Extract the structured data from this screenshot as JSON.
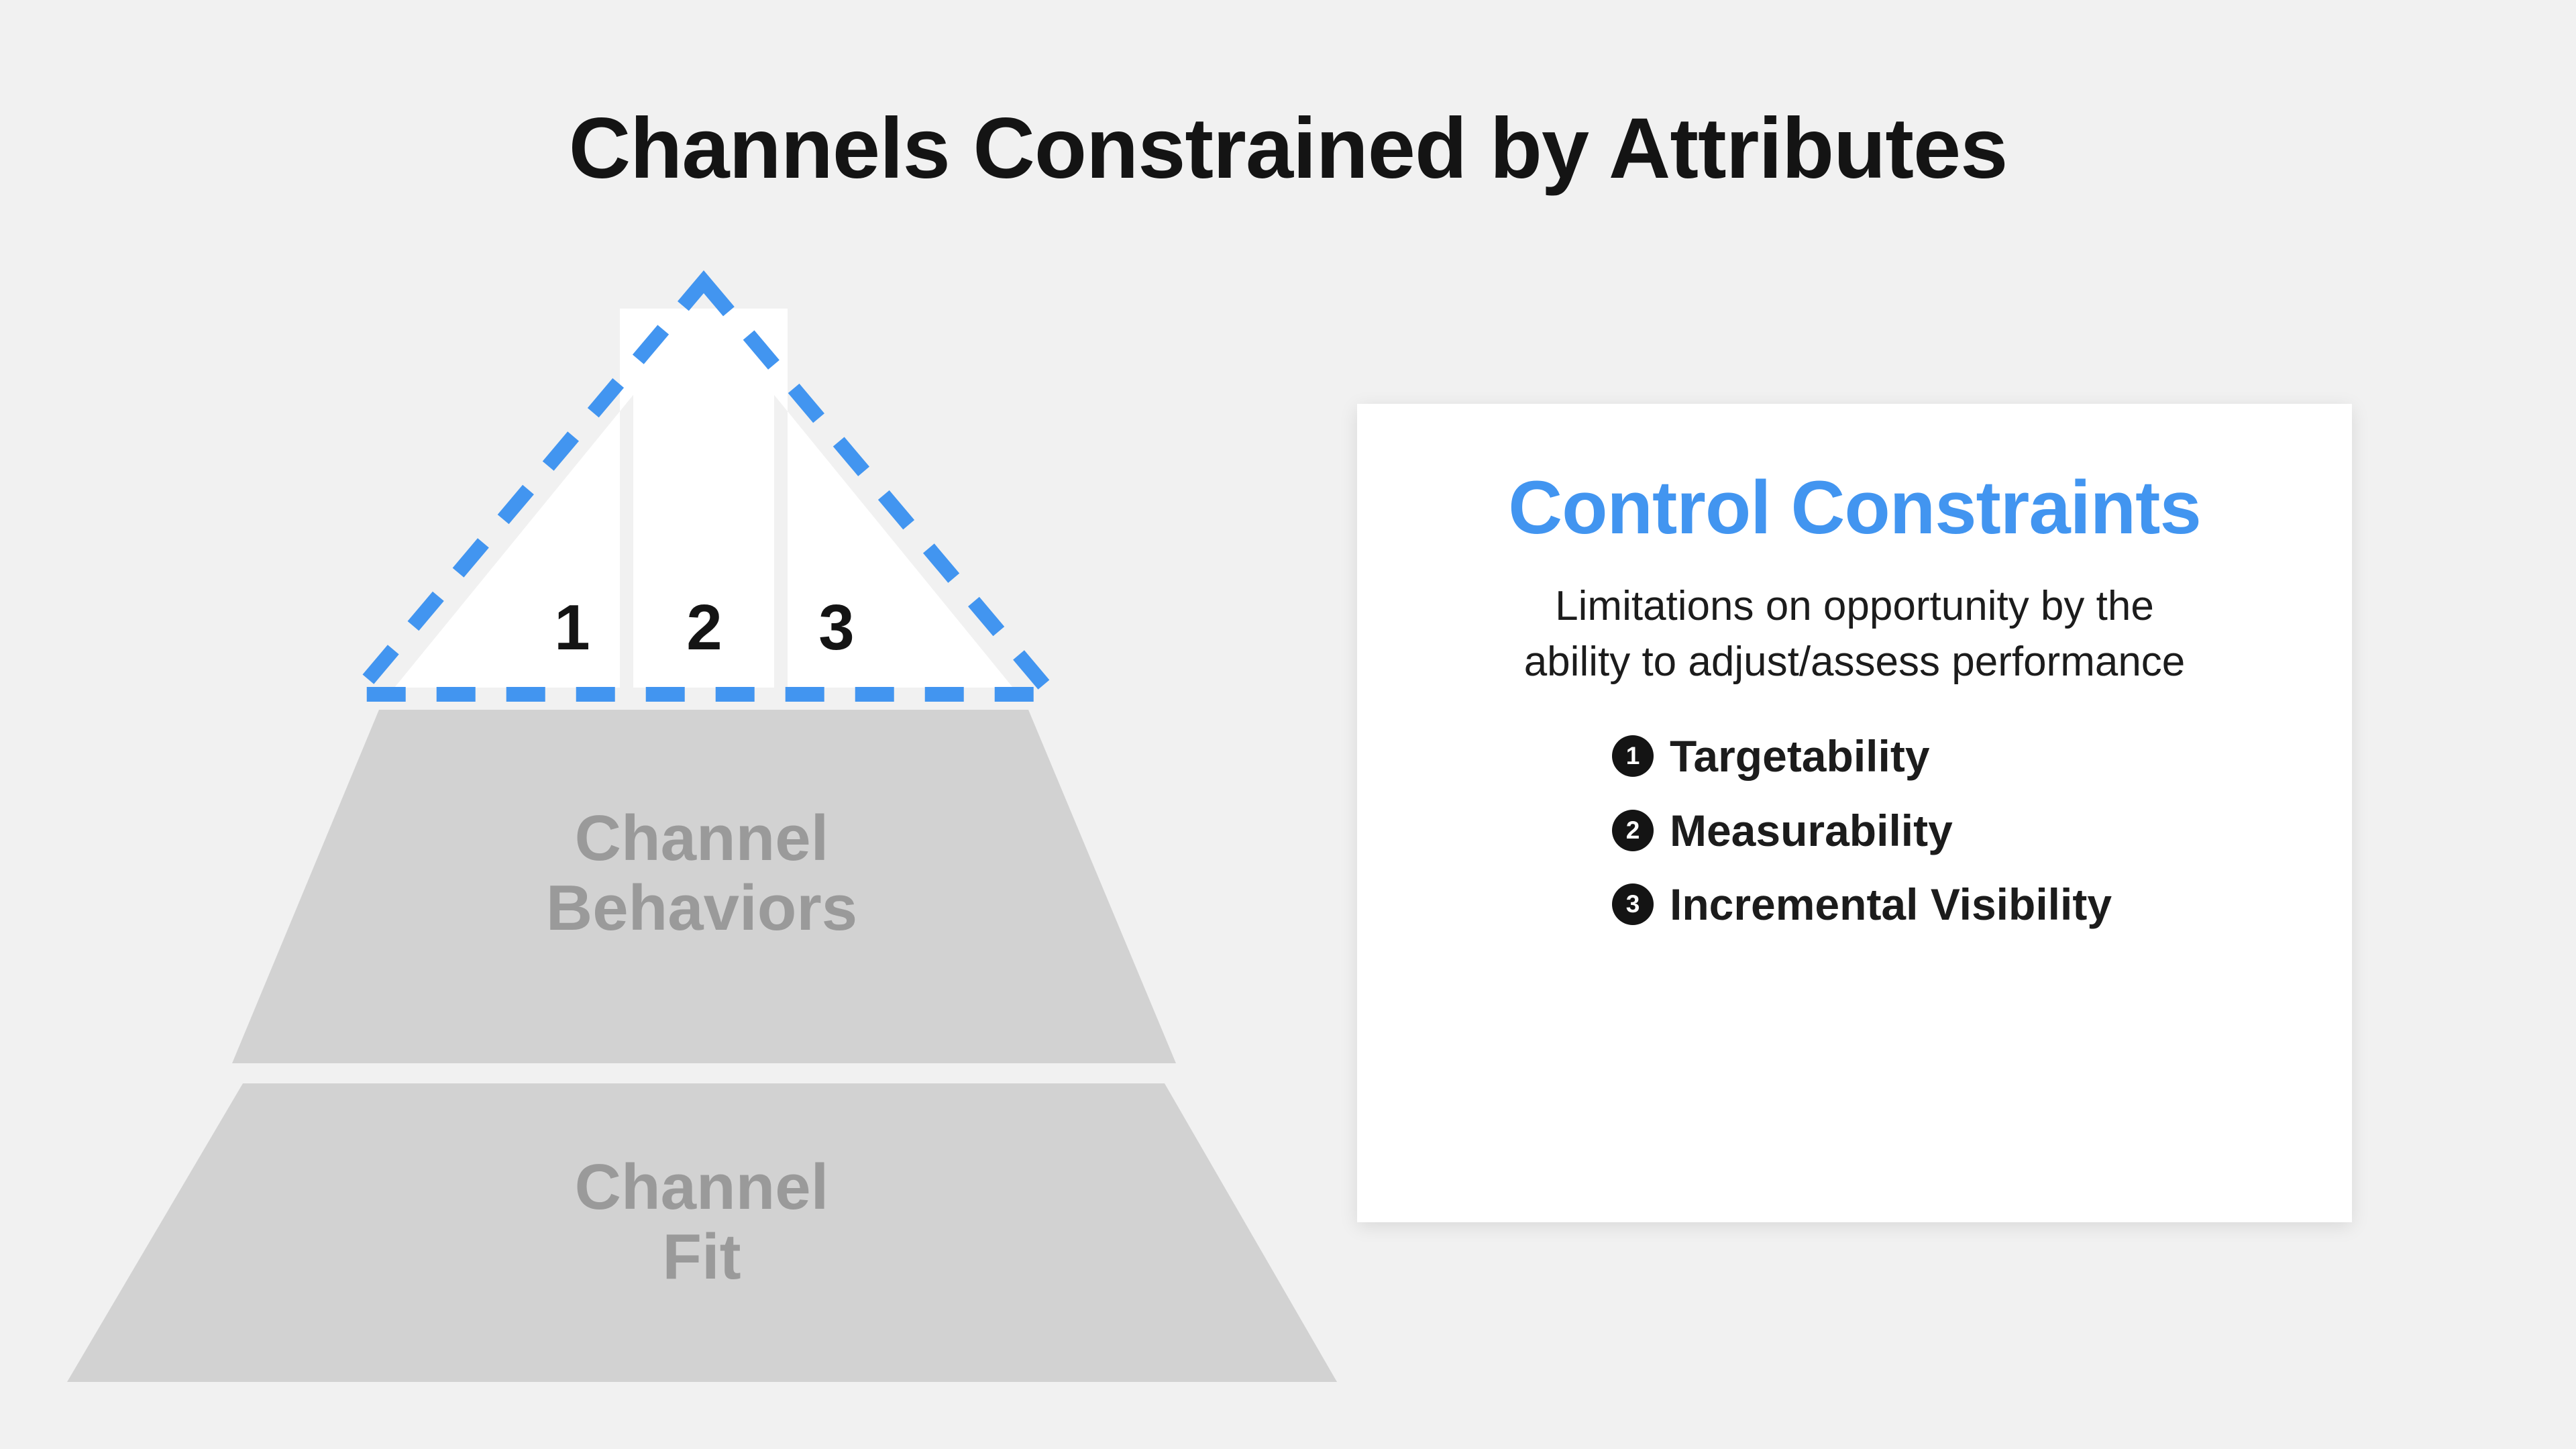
{
  "title": "Channels Constrained by Attributes",
  "background_color": "#f1f1f1",
  "accent_color": "#4295f0",
  "pyramid": {
    "apex": {
      "highlight_style": "blue-dashed-outline",
      "wedges": [
        {
          "number": "1"
        },
        {
          "number": "2"
        },
        {
          "number": "3"
        }
      ]
    },
    "tiers": [
      {
        "label": "Channel\nBehaviors",
        "fill_color": "#d2d2d2",
        "text_color": "#9a9a9a"
      },
      {
        "label": "Channel\nFit",
        "fill_color": "#d2d2d2",
        "text_color": "#9a9a9a"
      }
    ]
  },
  "card": {
    "heading": "Control Constraints",
    "heading_color": "#4295f0",
    "description": "Limitations on opportunity by the\nability to adjust/assess performance",
    "items": [
      {
        "number": "1",
        "label": "Targetability"
      },
      {
        "number": "2",
        "label": "Measurability"
      },
      {
        "number": "3",
        "label": "Incremental Visibility"
      }
    ]
  }
}
